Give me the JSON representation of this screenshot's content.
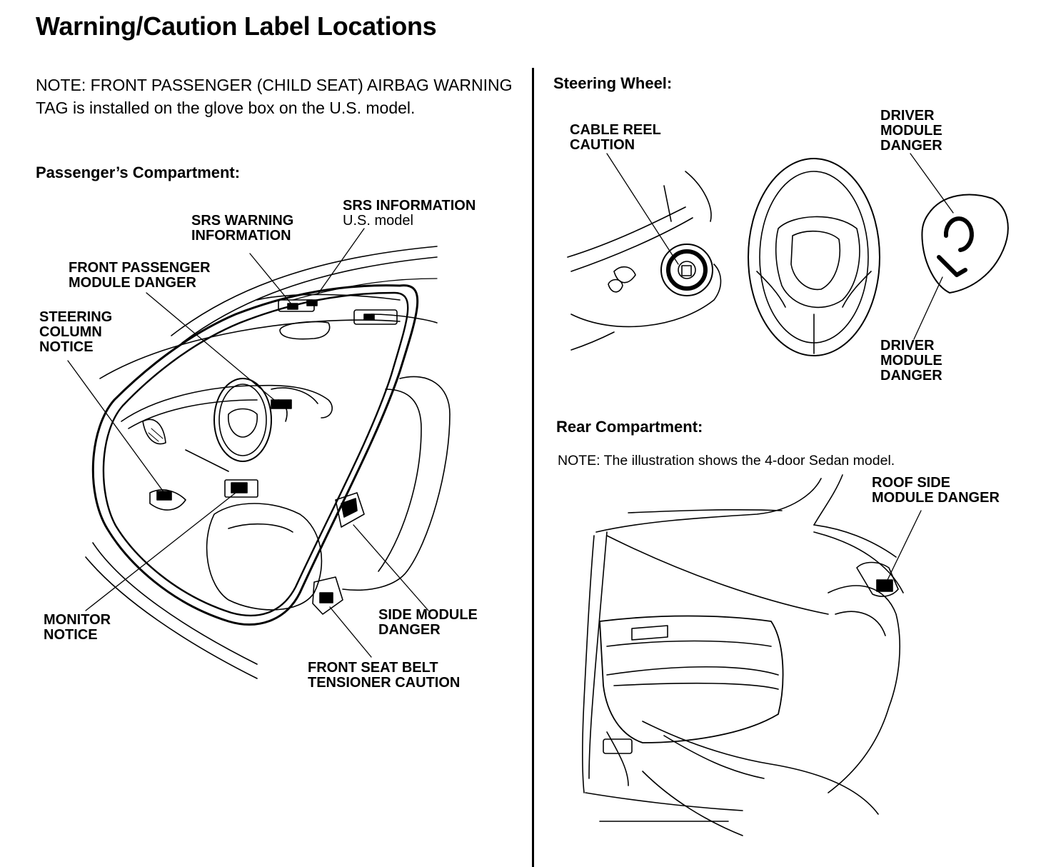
{
  "title": "Warning/Caution Label Locations",
  "note_top": "NOTE: FRONT PASSENGER (CHILD SEAT) AIRBAG WARNING TAG is installed on the glove box on the U.S. model.",
  "passenger": {
    "heading": "Passenger’s Compartment:",
    "labels": {
      "srs_warning": [
        "SRS WARNING",
        "INFORMATION"
      ],
      "srs_information": "SRS INFORMATION",
      "srs_information_sub": "U.S. model",
      "front_passenger": [
        "FRONT PASSENGER",
        "MODULE DANGER"
      ],
      "steering_column": [
        "STEERING",
        "COLUMN",
        "NOTICE"
      ],
      "monitor": [
        "MONITOR",
        "NOTICE"
      ],
      "side_module": [
        "SIDE MODULE",
        "DANGER"
      ],
      "belt_tensioner": [
        "FRONT SEAT BELT",
        "TENSIONER CAUTION"
      ]
    }
  },
  "steering": {
    "heading": "Steering Wheel:",
    "labels": {
      "cable_reel": [
        "CABLE REEL",
        "CAUTION"
      ],
      "driver_module_top": [
        "DRIVER",
        "MODULE",
        "DANGER"
      ],
      "driver_module_bottom": [
        "DRIVER",
        "MODULE",
        "DANGER"
      ]
    }
  },
  "rear": {
    "heading": "Rear Compartment:",
    "note": "NOTE: The illustration shows the 4-door Sedan model.",
    "labels": {
      "roof_side": [
        "ROOF SIDE",
        "MODULE DANGER"
      ]
    }
  }
}
